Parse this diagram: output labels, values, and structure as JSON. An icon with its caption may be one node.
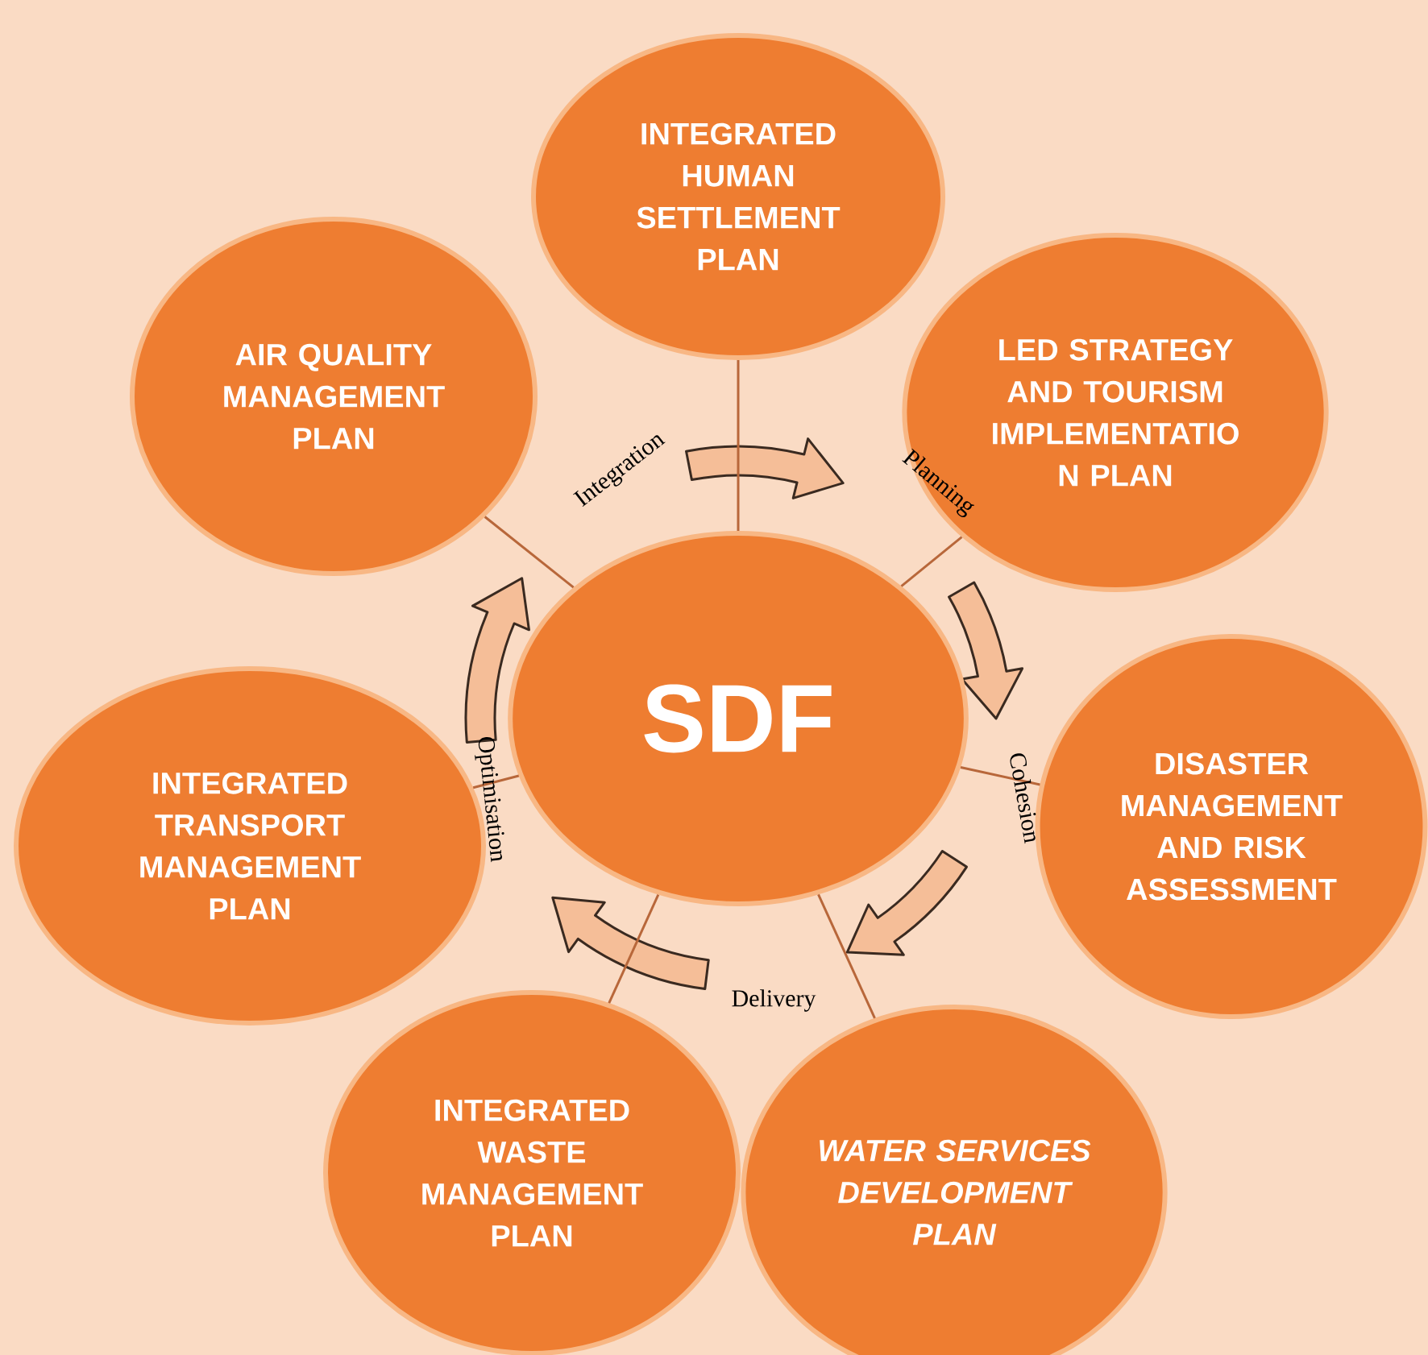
{
  "diagram": {
    "nodes": [
      {
        "text": [
          "SDF"
        ]
      },
      {
        "text": [
          "INTEGRATED HUMAN SETTLEMENT PLAN"
        ]
      },
      {
        "text": [
          "AIR QUALITY MANAGEMENT PLAN"
        ]
      },
      {
        "text": [
          "LED STRATEGY AND TOURISM IMPLEMENTATIO N PLAN"
        ]
      },
      {
        "text": [
          "INTEGRATED TRANSPORT MANAGEMENT PLAN"
        ]
      },
      {
        "text": [
          "DISASTER MANAGEMENT AND RISK ASSESSMENT"
        ]
      },
      {
        "text": [
          "INTEGRATED WASTE MANAGEMENT PLAN"
        ]
      },
      {
        "text": [
          "WATER SERVICES DEVELOPMENT PLAN"
        ]
      }
    ],
    "edges": [
      {
        "from": 0,
        "to": 1,
        "arrow": "none"
      },
      {
        "from": 0,
        "to": 2,
        "arrow": "none"
      },
      {
        "from": 0,
        "to": 3,
        "arrow": "none"
      },
      {
        "from": 0,
        "to": 4,
        "arrow": "none"
      },
      {
        "from": 0,
        "to": 5,
        "arrow": "none"
      },
      {
        "from": 0,
        "to": 6,
        "arrow": "none"
      },
      {
        "from": 0,
        "to": 7,
        "arrow": "none"
      }
    ],
    "labels": [
      "Integration",
      "Planning",
      "Cohesion",
      "Delivery",
      "Optimisation"
    ]
  }
}
